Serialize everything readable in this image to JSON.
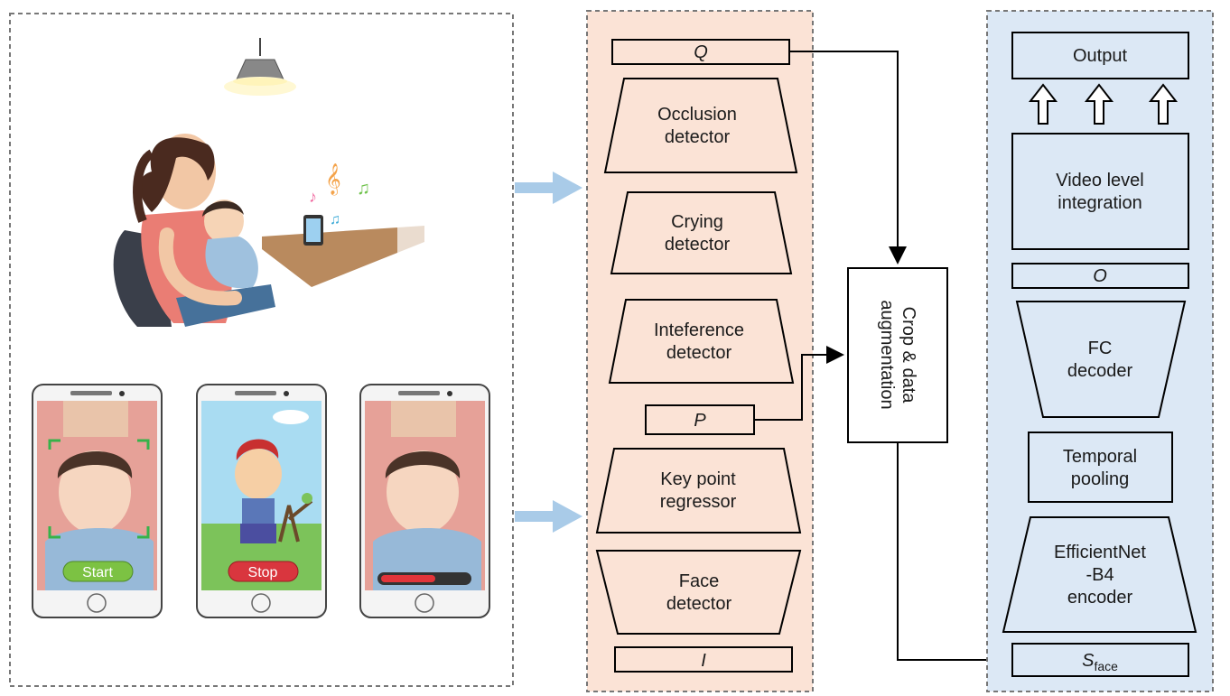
{
  "pipeline": {
    "q_label": "Q",
    "occlusion_line1": "Occlusion",
    "occlusion_line2": "detector",
    "crying_line1": "Crying",
    "crying_line2": "detector",
    "interference_line1": "Inteference",
    "interference_line2": "detector",
    "p_label": "P",
    "keypoint_line1": "Key point",
    "keypoint_line2": "regressor",
    "face_line1": "Face",
    "face_line2": "detector",
    "i_label": "I"
  },
  "crop": {
    "line1": "Crop & data",
    "line2": "augmentation"
  },
  "model": {
    "output": "Output",
    "video_line1": "Video level",
    "video_line2": "integration",
    "o_label": "O",
    "fc_line1": "FC",
    "fc_line2": "decoder",
    "temporal_line1": "Temporal",
    "temporal_line2": "pooling",
    "encoder_line1": "EfficientNet",
    "encoder_line2": "-B4",
    "encoder_line3": "encoder",
    "s_main": "S",
    "s_sub": "face"
  },
  "phones": {
    "start_label": "Start",
    "stop_label": "Stop"
  },
  "colors": {
    "detector_panel": "#fbe3d6",
    "model_panel": "#dce8f5",
    "arrow_blue": "#a9cbe8",
    "start_button": "#7cc243",
    "stop_button": "#d9363e"
  }
}
